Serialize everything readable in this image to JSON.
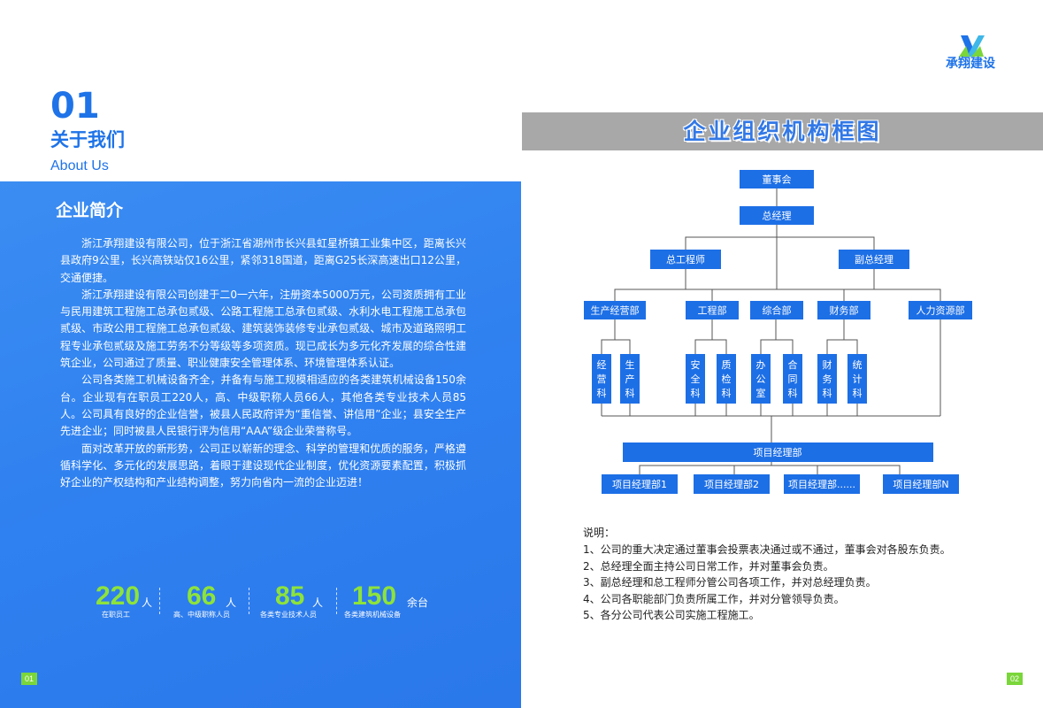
{
  "section": {
    "number": "01",
    "title_cn": "关于我们",
    "title_en": "About Us"
  },
  "intro": {
    "heading": "企业简介",
    "paragraphs": [
      "浙江承翔建设有限公司，位于浙江省湖州市长兴县虹星桥镇工业集中区，距离长兴县政府9公里，长兴高铁站仅16公里，紧邻318国道，距离G25长深高速出口12公里，交通便捷。",
      "浙江承翔建设有限公司创建于二0一六年，注册资本5000万元，公司资质拥有工业与民用建筑工程施工总承包贰级、公路工程施工总承包贰级、水利水电工程施工总承包贰级、市政公用工程施工总承包贰级、建筑装饰装修专业承包贰级、城市及道路照明工程专业承包贰级及施工劳务不分等级等多项资质。现已成长为多元化齐发展的综合性建筑企业，公司通过了质量、职业健康安全管理体系、环境管理体系认证。",
      "公司各类施工机械设备齐全，并备有与施工规模相适应的各类建筑机械设备150余台。企业现有在职员工220人，高、中级职称人员66人，其他各类专业技术人员85人。公司具有良好的企业信誉，被县人民政府评为“重信誉、讲信用”企业；县安全生产先进企业；同时被县人民银行评为信用“AAA”级企业荣誉称号。",
      "面对改革开放的新形势，公司正以崭新的理念、科学的管理和优质的服务，严格遵循科学化、多元化的发展思路，着眼于建设现代企业制度，优化资源要素配置，积极抓好企业的产权结构和产业结构调整，努力向省内一流的企业迈进！"
    ]
  },
  "stats": [
    {
      "value": "220",
      "unit": "人",
      "caption": "在职员工"
    },
    {
      "value": "66",
      "unit": "人",
      "caption": "高、中级职称人员"
    },
    {
      "value": "85",
      "unit": "人",
      "caption": "各类专业技术人员"
    },
    {
      "value": "150",
      "unit": "余台",
      "caption": "各类建筑机械设备"
    }
  ],
  "page_numbers": {
    "left": "01",
    "right": "02"
  },
  "logo": {
    "text": "承翔建设",
    "icon": "company-logo-icon"
  },
  "org": {
    "title": "企业组织机构框图",
    "board": "董事会",
    "gm": "总经理",
    "chief_engineer": "总工程师",
    "deputy_gm": "副总经理",
    "departments": [
      "生产经营部",
      "工程部",
      "综合部",
      "财务部",
      "人力资源部"
    ],
    "sections": [
      "经营科",
      "生产科",
      "安全科",
      "质检科",
      "办公室",
      "合同科",
      "财务科",
      "统计科"
    ],
    "project_dept": "项目经理部",
    "projects": [
      "项目经理部1",
      "项目经理部2",
      "项目经理部......",
      "项目经理部N"
    ]
  },
  "notes": {
    "title": "说明：",
    "items": [
      "1、公司的重大决定通过董事会投票表决通过或不通过，董事会对各股东负责。",
      "2、总经理全面主持公司日常工作，并对董事会负责。",
      "3、副总经理和总工程师分管公司各项工作，并对总经理负责。",
      "4、公司各职能部门负责所属工作，并对分管领导负责。",
      "5、各分公司代表公司实施工程施工。"
    ]
  },
  "colors": {
    "primary_blue": "#1e73e8",
    "panel_blue": "#2f80f0",
    "accent_green": "#8de33a",
    "title_bar_gray": "#a8a8a8"
  }
}
